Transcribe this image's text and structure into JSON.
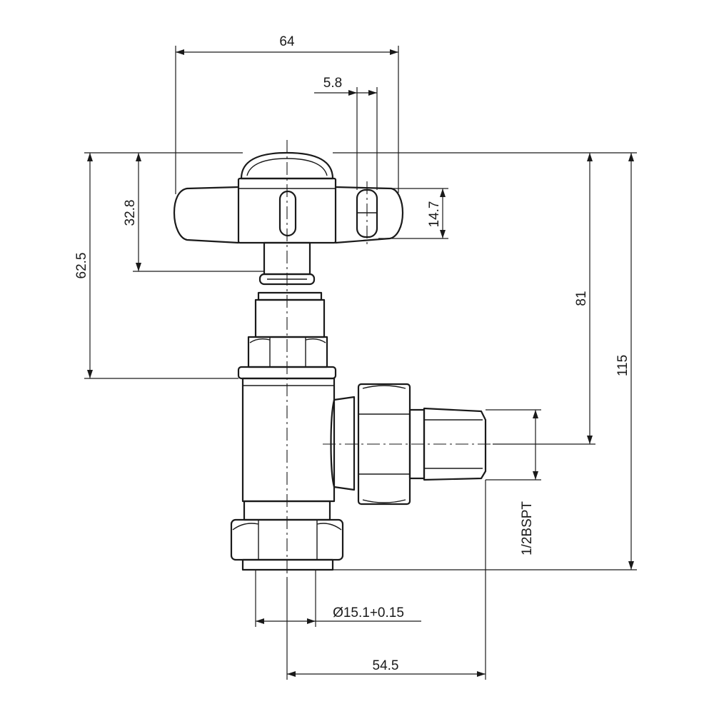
{
  "dimensions": {
    "d64": "64",
    "d5_8": "5.8",
    "d32_8": "32.8",
    "d14_7": "14.7",
    "d62_5": "62.5",
    "d81": "81",
    "d115": "115",
    "bspt": "1/2BSPT",
    "dia": "Ø15.1+0.15",
    "d54_5": "54.5"
  }
}
